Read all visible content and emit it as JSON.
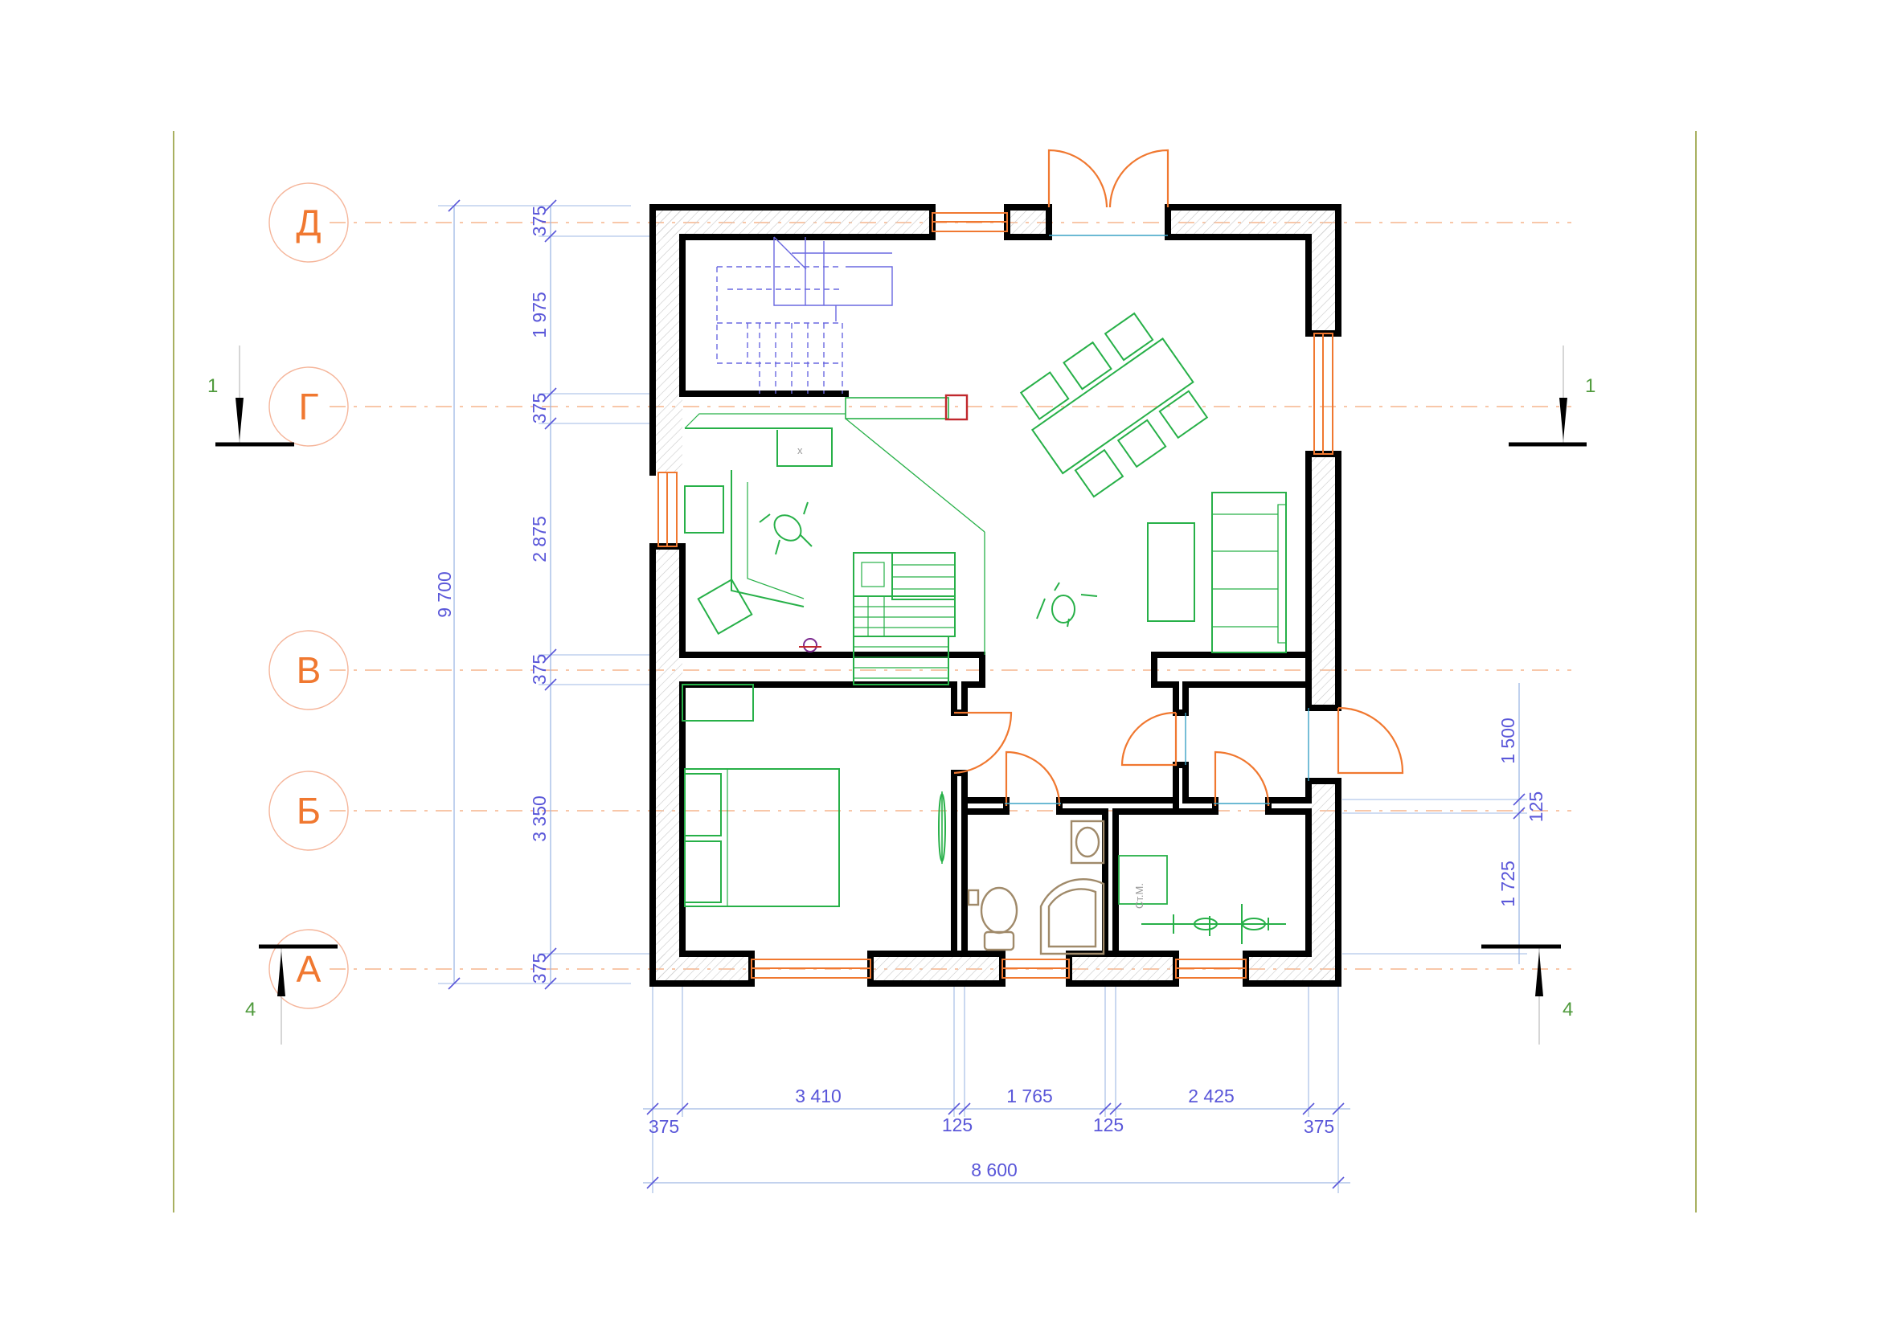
{
  "axes": {
    "rows": [
      {
        "letter": "Д"
      },
      {
        "letter": "Г"
      },
      {
        "letter": "В"
      },
      {
        "letter": "Б"
      },
      {
        "letter": "А"
      }
    ]
  },
  "left_dimensions": {
    "segments": [
      "375",
      "1 975",
      "375",
      "2 875",
      "375",
      "3 350",
      "375"
    ],
    "total": "9 700"
  },
  "right_dimensions": {
    "segments": [
      "1 500",
      "125",
      "1 725"
    ]
  },
  "bottom_dimensions": {
    "upper": [
      "3 410",
      "1 765",
      "2 425"
    ],
    "lower": [
      "375",
      "125",
      "125",
      "375"
    ],
    "total": "8 600"
  },
  "section_marks": {
    "section_1_left": "1",
    "section_1_right": "1",
    "section_4_left": "4",
    "section_4_right": "4"
  },
  "labels": {
    "boiler_marker": "x",
    "closet": "Ст.М."
  },
  "colors": {
    "walls": "#000000",
    "axis": "#f07830",
    "dimensions": "#5a57d9",
    "furniture": "#27b048",
    "doors_windows": "#f07830",
    "sanitary": "#a08a6a",
    "frame": "#a8b060"
  }
}
